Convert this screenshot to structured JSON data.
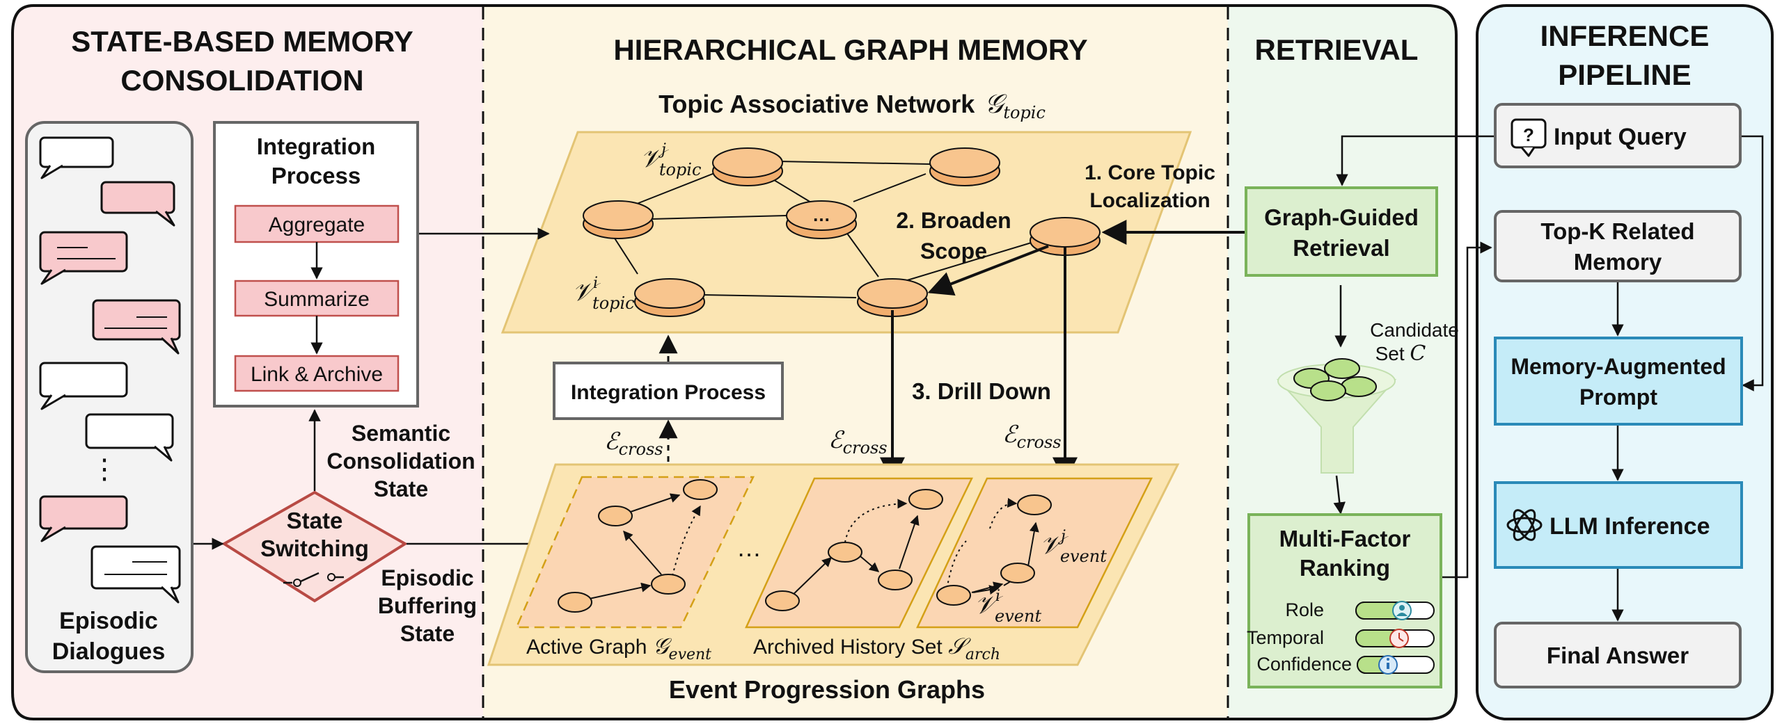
{
  "sections": {
    "consolidation": [
      "STATE-BASED MEMORY",
      "CONSOLIDATION"
    ],
    "graph_memory": "HIERARCHICAL GRAPH MEMORY",
    "retrieval": "RETRIEVAL",
    "inference": [
      "INFERENCE",
      "PIPELINE"
    ]
  },
  "consolidation": {
    "episodic_label": [
      "Episodic",
      "Dialogues"
    ],
    "ellipsis": "⋮",
    "integration_title": [
      "Integration",
      "Process"
    ],
    "steps": [
      "Aggregate",
      "Summarize",
      "Link & Archive"
    ],
    "state_switching": [
      "State",
      "Switching"
    ],
    "semantic_state": [
      "Semantic",
      "Consolidation",
      "State"
    ],
    "episodic_state": [
      "Episodic",
      "Buffering",
      "State"
    ]
  },
  "graph": {
    "topic_network_title": "Topic Associative Network",
    "topic_symbol": "𝒢",
    "topic_sub": "topic",
    "node_v": "𝒱",
    "sup_j": "j",
    "sup_i": "i",
    "node_ellipsis": "…",
    "integration_process": [
      "Integration ",
      "Process"
    ],
    "e_symbol": "ℰ",
    "e_sub": "cross",
    "drill_down": "3. Drill Down",
    "broaden_scope": [
      "2. Broaden",
      "Scope"
    ],
    "core_topic": [
      "1. Core Topic",
      "Localization"
    ],
    "active_graph": "Active Graph ",
    "event_sub": "event",
    "archived_set": "Archived History Set ",
    "s_symbol": "𝒮",
    "arch_sub": "arch",
    "dots": "…",
    "event_graphs_title": "Event Progression Graphs"
  },
  "retrieval": {
    "graph_guided": [
      "Graph-Guided",
      "Retrieval"
    ],
    "candidate": [
      "Candidate",
      "Set "
    ],
    "candidate_symbol": "C",
    "ranking": [
      "Multi-Factor",
      "Ranking"
    ],
    "factors": [
      "Role",
      "Temporal",
      "Confidence"
    ]
  },
  "inference": {
    "input_query": "Input Query",
    "query_icon": "?",
    "top_k": [
      "Top-K Related",
      "Memory"
    ],
    "prompt": [
      "Memory-Augmented",
      "Prompt"
    ],
    "llm": "LLM Inference",
    "final": "Final Answer"
  },
  "colors": {
    "consolidation_bg": "#fdeeee",
    "graph_bg": "#fdf6e3",
    "retrieval_bg": "#eef8ee",
    "inference_bg": "#e8f7fb",
    "topic_plane": "#fbe5b3",
    "node_fill": "#f8c58e",
    "event_panel": "#fbd6b3",
    "step_fill": "#f8c9cc",
    "green_box": "#dcefcf",
    "blue_box": "#c5ecf8",
    "pink_bubble": "#f8c9cc"
  }
}
